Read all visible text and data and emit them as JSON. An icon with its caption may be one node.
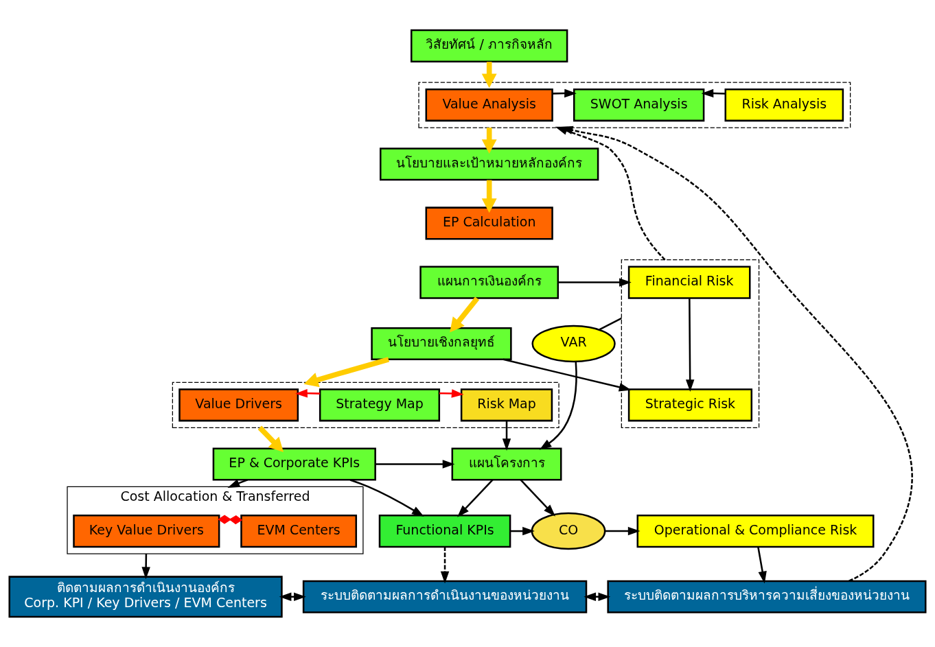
{
  "diagram": {
    "nodes": [
      {
        "text": [
          "วิสัยทัศน์ / ภารกิจหลัก"
        ]
      },
      {
        "text": [],
        "shape": "box"
      },
      {
        "text": [
          "Value Analysis"
        ],
        "in": 1
      },
      {
        "text": [
          "SWOT Analysis"
        ],
        "in": 1
      },
      {
        "text": [
          "Risk Analysis"
        ],
        "in": 1
      },
      {
        "text": [
          "นโยบายและเป้าหมายหลักองค์กร"
        ]
      },
      {
        "text": [
          "EP Calculation"
        ]
      },
      {
        "text": [
          "แผนการเงินองค์กร"
        ]
      },
      {
        "text": [
          "นโยบายเชิงกลยุทธ์"
        ]
      },
      {
        "text": [],
        "shape": "box"
      },
      {
        "text": [
          "Value Drivers"
        ],
        "in": 9
      },
      {
        "text": [
          "Strategy Map"
        ],
        "in": 9
      },
      {
        "text": [
          "Risk Map"
        ],
        "in": 9
      },
      {
        "text": [
          "EP & Corporate KPIs"
        ]
      },
      {
        "text": [
          "Cost Allocation & Transferred"
        ]
      },
      {
        "text": [
          "Key Value Drivers"
        ],
        "in": 14
      },
      {
        "text": [
          "EVM Centers"
        ],
        "in": 14
      },
      {
        "text": [
          "ติดตามผลการดำเนินงานองค์กร",
          "Corp. KPI / Key Drivers / EVM Centers"
        ]
      },
      {
        "text": [],
        "shape": "box"
      },
      {
        "text": [
          "Financial Risk"
        ],
        "in": 18
      },
      {
        "text": [
          "Strategic Risk"
        ],
        "in": 18
      },
      {
        "text": [
          "VAR"
        ]
      },
      {
        "text": [
          "แผนโครงการ"
        ]
      },
      {
        "text": [
          "Functional KPIs"
        ]
      },
      {
        "text": [
          "CO"
        ]
      },
      {
        "text": [
          "Operational & Compliance Risk"
        ]
      },
      {
        "text": [
          "ระบบติดตามผลการดำเนินงานของหน่วยงาน"
        ]
      },
      {
        "text": [
          "ระบบติดตามผลการบริหารความเสี่ยงของหน่วยงาน"
        ]
      }
    ],
    "edges": [
      {
        "from": 0,
        "to": 1,
        "arrow": "to",
        "style": "thick",
        "color": "#ffcc00"
      },
      {
        "from": 2,
        "to": 3,
        "arrow": "to"
      },
      {
        "from": 4,
        "to": 3,
        "arrow": "to"
      },
      {
        "from": 1,
        "to": 5,
        "arrow": "to",
        "style": "thick",
        "color": "#ffcc00"
      },
      {
        "from": 5,
        "to": 6,
        "arrow": "to",
        "style": "thick",
        "color": "#ffcc00"
      },
      {
        "from": 7,
        "to": 8,
        "arrow": "to",
        "style": "thick",
        "color": "#ffcc00"
      },
      {
        "from": 8,
        "to": 9,
        "arrow": "to",
        "style": "thick",
        "color": "#ffcc00"
      },
      {
        "from": 11,
        "to": 10,
        "arrow": "to",
        "color": "#ff0000"
      },
      {
        "from": 11,
        "to": 12,
        "arrow": "to",
        "color": "#ff0000"
      },
      {
        "from": 9,
        "to": 13,
        "arrow": "to",
        "style": "thick",
        "color": "#ffcc00"
      },
      {
        "from": 15,
        "to": 16,
        "arrow": "other",
        "color": "#ff0000"
      },
      {
        "from": 7,
        "to": 19,
        "arrow": "to"
      },
      {
        "from": 8,
        "to": 20,
        "arrow": "to"
      },
      {
        "from": 19,
        "to": 20,
        "arrow": "to"
      },
      {
        "from": 18,
        "to": 1,
        "arrow": "to",
        "style": "dashed"
      },
      {
        "from": 18,
        "to": 21,
        "arrow": "none"
      },
      {
        "from": 21,
        "to": 22,
        "arrow": "to"
      },
      {
        "from": 12,
        "to": 22,
        "arrow": "to"
      },
      {
        "from": 13,
        "to": 22,
        "arrow": "to"
      },
      {
        "from": 13,
        "to": 14,
        "arrow": "to"
      },
      {
        "from": 13,
        "to": 23,
        "arrow": "to"
      },
      {
        "from": 22,
        "to": 23,
        "arrow": "to"
      },
      {
        "from": 22,
        "to": 24,
        "arrow": "to"
      },
      {
        "from": 23,
        "to": 24,
        "arrow": "to"
      },
      {
        "from": 24,
        "to": 25,
        "arrow": "to"
      },
      {
        "from": 14,
        "to": 17,
        "arrow": "to"
      },
      {
        "from": 23,
        "to": 26,
        "arrow": "to",
        "style": "dashed"
      },
      {
        "from": 25,
        "to": 27,
        "arrow": "to"
      },
      {
        "from": 17,
        "to": 26,
        "arrow": "both",
        "style": "dashed"
      },
      {
        "from": 26,
        "to": 27,
        "arrow": "both",
        "style": "dashed"
      },
      {
        "from": 27,
        "to": 1,
        "arrow": "to",
        "style": "dashed"
      }
    ]
  }
}
